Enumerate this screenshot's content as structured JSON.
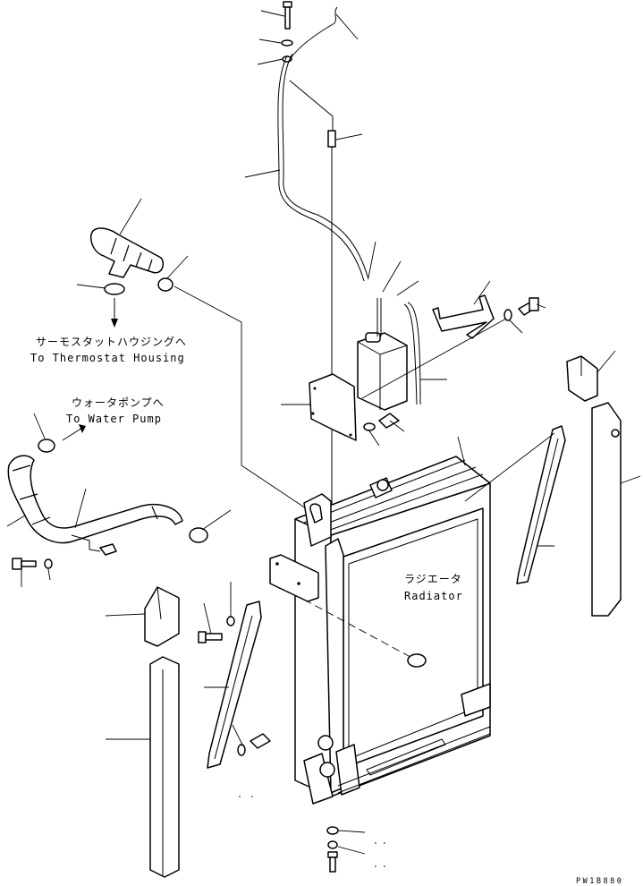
{
  "labels": {
    "thermostat_jp": "サーモスタットハウジングへ",
    "thermostat_en": "To Thermostat Housing",
    "waterpump_jp": "ウォータポンプへ",
    "waterpump_en": "To Water Pump",
    "radiator_jp": "ラジエータ",
    "radiator_en": "Radiator",
    "drawing_code": "PW1B880"
  }
}
